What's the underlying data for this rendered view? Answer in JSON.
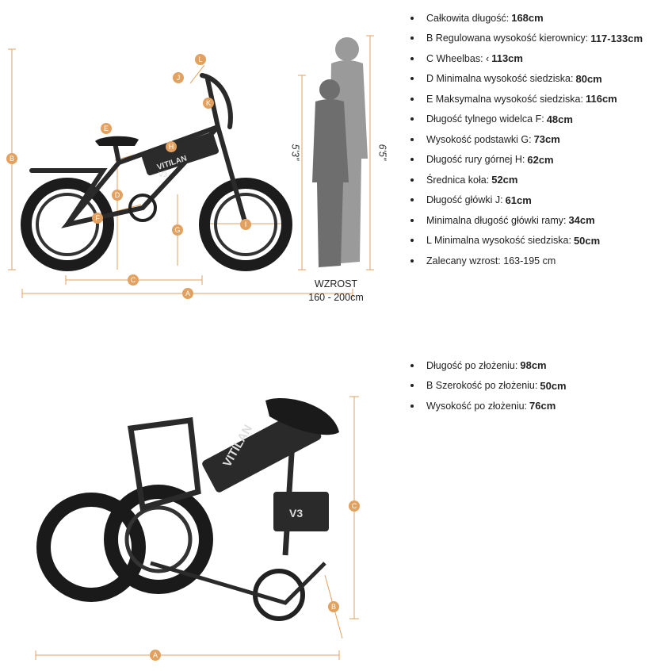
{
  "specs": [
    {
      "label": "Całkowita długość:",
      "value": "168cm"
    },
    {
      "label": "B Regulowana wysokość kierownicy:",
      "value": "117-133cm"
    },
    {
      "label": "C Wheelbas: ‹",
      "value": "113cm"
    },
    {
      "label": "D Minimalna wysokość siedziska:",
      "value": "80cm"
    },
    {
      "label": "E Maksymalna wysokość siedziska:",
      "value": "116cm"
    },
    {
      "label": "Długość tylnego widelca F:",
      "value": "48cm"
    },
    {
      "label": "Wysokość podstawki G:",
      "value": "73cm"
    },
    {
      "label": "Długość rury górnej H:",
      "value": "62cm"
    },
    {
      "label": "Średnica koła:",
      "value": "52cm"
    },
    {
      "label": "Długość główki J:",
      "value": "61cm"
    },
    {
      "label": "Minimalna długość główki ramy:",
      "value": "34cm"
    },
    {
      "label": "L Minimalna wysokość siedziska:",
      "value": "50cm"
    },
    {
      "label": "Zalecany wzrost: 163-195 cm",
      "value": ""
    }
  ],
  "folded_specs": [
    {
      "label": "Długość po złożeniu:",
      "value": "98cm"
    },
    {
      "label": "B Szerokość po złożeniu:",
      "value": "50cm"
    },
    {
      "label": "Wysokość po złożeniu:",
      "value": "76cm"
    }
  ],
  "height_labels": {
    "short": "5'3\"",
    "tall": "6'5\"",
    "title": "WZROST",
    "range": "160 - 200cm"
  },
  "letters": {
    "A": "A",
    "B": "B",
    "C": "C",
    "D": "D",
    "E": "E",
    "F": "F",
    "G": "G",
    "H": "H",
    "I": "I",
    "J": "J",
    "K": "K",
    "L": "L"
  },
  "brand": {
    "logo": "VITILAN",
    "model": "V3"
  },
  "colors": {
    "accent": "#e2a15e"
  }
}
